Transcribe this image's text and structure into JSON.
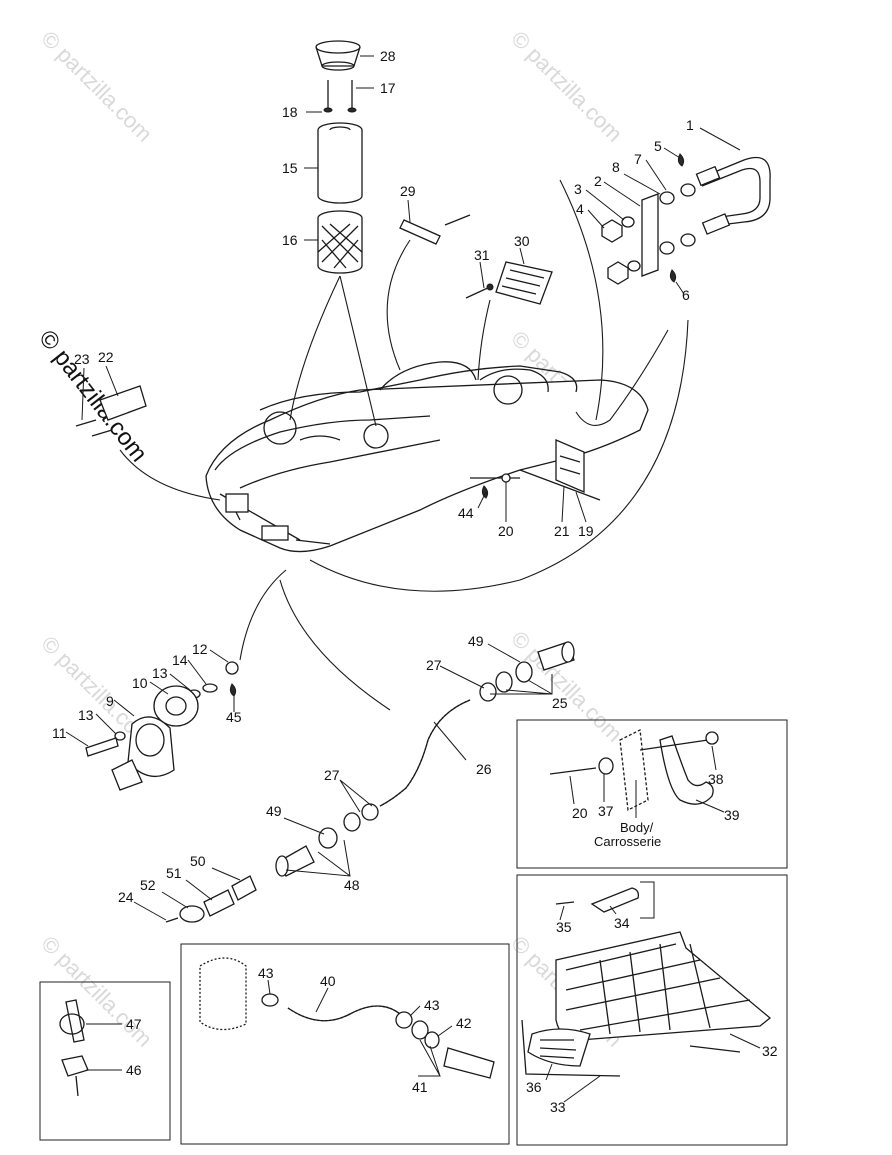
{
  "watermark": {
    "text": "© partzilla.com",
    "side_text": "© partzilla.com"
  },
  "callouts": [
    {
      "id": "c28",
      "label": "28"
    },
    {
      "id": "c17",
      "label": "17"
    },
    {
      "id": "c18",
      "label": "18"
    },
    {
      "id": "c15",
      "label": "15"
    },
    {
      "id": "c16",
      "label": "16"
    },
    {
      "id": "c29",
      "label": "29"
    },
    {
      "id": "c30",
      "label": "30"
    },
    {
      "id": "c31",
      "label": "31"
    },
    {
      "id": "c1",
      "label": "1"
    },
    {
      "id": "c5",
      "label": "5"
    },
    {
      "id": "c7",
      "label": "7"
    },
    {
      "id": "c8",
      "label": "8"
    },
    {
      "id": "c2",
      "label": "2"
    },
    {
      "id": "c3",
      "label": "3"
    },
    {
      "id": "c4",
      "label": "4"
    },
    {
      "id": "c6",
      "label": "6"
    },
    {
      "id": "c23",
      "label": "23"
    },
    {
      "id": "c22",
      "label": "22"
    },
    {
      "id": "c44",
      "label": "44"
    },
    {
      "id": "c20a",
      "label": "20"
    },
    {
      "id": "c21",
      "label": "21"
    },
    {
      "id": "c19",
      "label": "19"
    },
    {
      "id": "c12",
      "label": "12"
    },
    {
      "id": "c14",
      "label": "14"
    },
    {
      "id": "c13a",
      "label": "13"
    },
    {
      "id": "c10",
      "label": "10"
    },
    {
      "id": "c9",
      "label": "9"
    },
    {
      "id": "c13b",
      "label": "13"
    },
    {
      "id": "c11",
      "label": "11"
    },
    {
      "id": "c45",
      "label": "45"
    },
    {
      "id": "c49a",
      "label": "49"
    },
    {
      "id": "c27a",
      "label": "27"
    },
    {
      "id": "c25",
      "label": "25"
    },
    {
      "id": "c26",
      "label": "26"
    },
    {
      "id": "c27b",
      "label": "27"
    },
    {
      "id": "c49b",
      "label": "49"
    },
    {
      "id": "c48",
      "label": "48"
    },
    {
      "id": "c50",
      "label": "50"
    },
    {
      "id": "c51",
      "label": "51"
    },
    {
      "id": "c52",
      "label": "52"
    },
    {
      "id": "c24",
      "label": "24"
    },
    {
      "id": "c20b",
      "label": "20"
    },
    {
      "id": "c37",
      "label": "37"
    },
    {
      "id": "c38",
      "label": "38"
    },
    {
      "id": "c39",
      "label": "39"
    },
    {
      "id": "c35",
      "label": "35"
    },
    {
      "id": "c34",
      "label": "34"
    },
    {
      "id": "c32",
      "label": "32"
    },
    {
      "id": "c36",
      "label": "36"
    },
    {
      "id": "c33",
      "label": "33"
    },
    {
      "id": "c43a",
      "label": "43"
    },
    {
      "id": "c40",
      "label": "40"
    },
    {
      "id": "c43b",
      "label": "43"
    },
    {
      "id": "c42",
      "label": "42"
    },
    {
      "id": "c41",
      "label": "41"
    },
    {
      "id": "c47",
      "label": "47"
    },
    {
      "id": "c46",
      "label": "46"
    }
  ],
  "body_note": {
    "line1": "Body/",
    "line2": "Carrosserie"
  }
}
